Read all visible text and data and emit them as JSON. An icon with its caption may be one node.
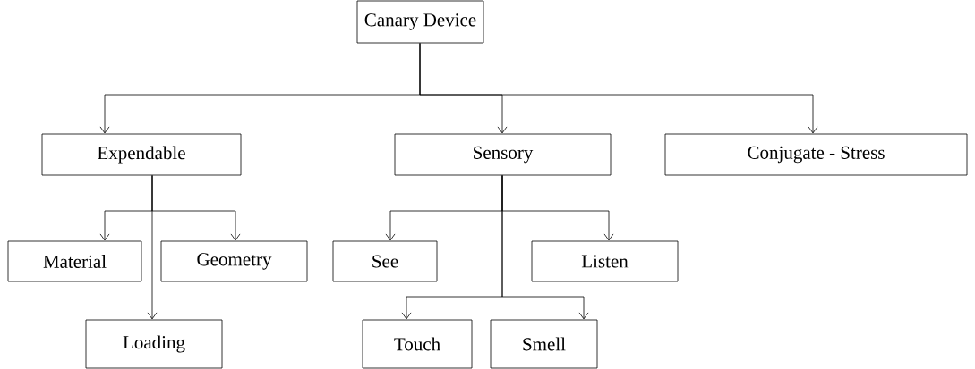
{
  "diagram": {
    "nodes": [
      {
        "text": [
          "Canary Device"
        ]
      },
      {
        "text": [
          "Expendable"
        ]
      },
      {
        "text": [
          "Sensory"
        ]
      },
      {
        "text": [
          "Conjugate -  Stress"
        ]
      },
      {
        "text": [
          "Material"
        ]
      },
      {
        "text": [
          "Geometry"
        ]
      },
      {
        "text": [
          "See"
        ]
      },
      {
        "text": [
          "Listen"
        ]
      },
      {
        "text": [
          "Loading"
        ]
      },
      {
        "text": [
          "Touch"
        ]
      },
      {
        "text": [
          "Smell"
        ]
      }
    ],
    "edges": [
      {
        "from": 0,
        "to": 1,
        "arrow": "to"
      },
      {
        "from": 0,
        "to": 2,
        "arrow": "to"
      },
      {
        "from": 0,
        "to": 3,
        "arrow": "to"
      },
      {
        "from": 1,
        "to": 4,
        "arrow": "to"
      },
      {
        "from": 1,
        "to": 5,
        "arrow": "to"
      },
      {
        "from": 1,
        "to": 8,
        "arrow": "to"
      },
      {
        "from": 2,
        "to": 6,
        "arrow": "to"
      },
      {
        "from": 2,
        "to": 7,
        "arrow": "to"
      },
      {
        "from": 2,
        "to": 9,
        "arrow": "to"
      },
      {
        "from": 2,
        "to": 10,
        "arrow": "to"
      }
    ]
  }
}
